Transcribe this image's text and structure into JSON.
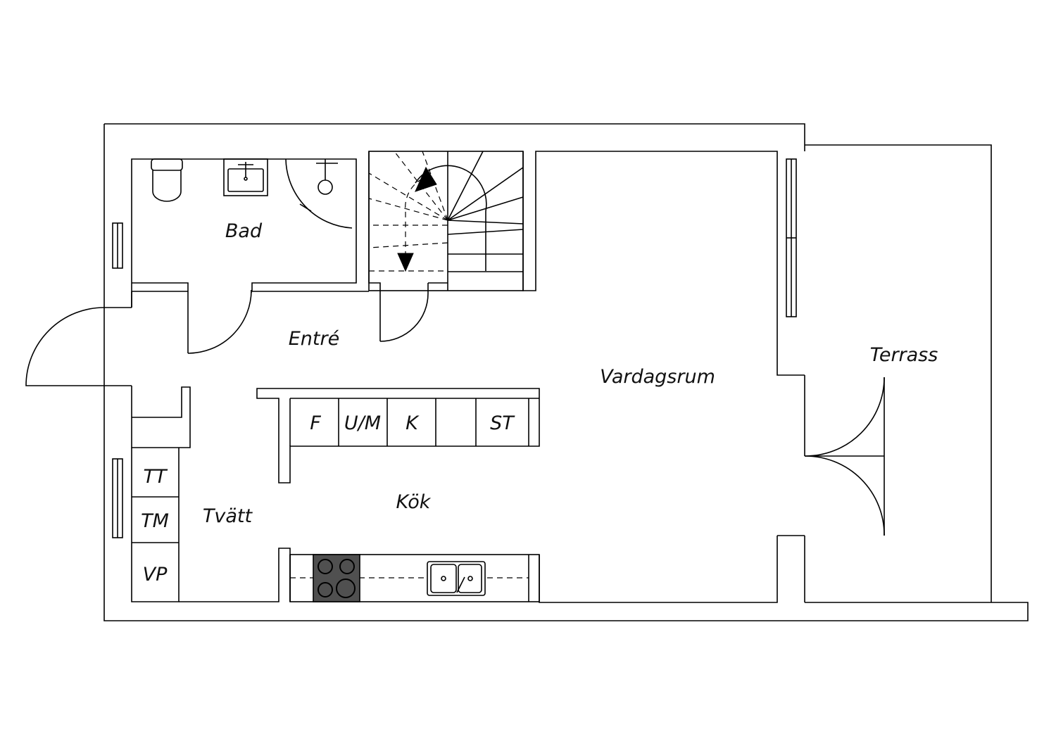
{
  "rooms": {
    "bad": "Bad",
    "entre": "Entré",
    "vardagsrum": "Vardagsrum",
    "terrass": "Terrass",
    "kok": "Kök",
    "tvatt": "Tvätt"
  },
  "appliances": {
    "f": "F",
    "um": "U/M",
    "k": "K",
    "st": "ST",
    "tt": "TT",
    "tm": "TM",
    "vp": "VP"
  },
  "colors": {
    "line": "#000000",
    "background": "#ffffff",
    "stove": "#505050"
  }
}
